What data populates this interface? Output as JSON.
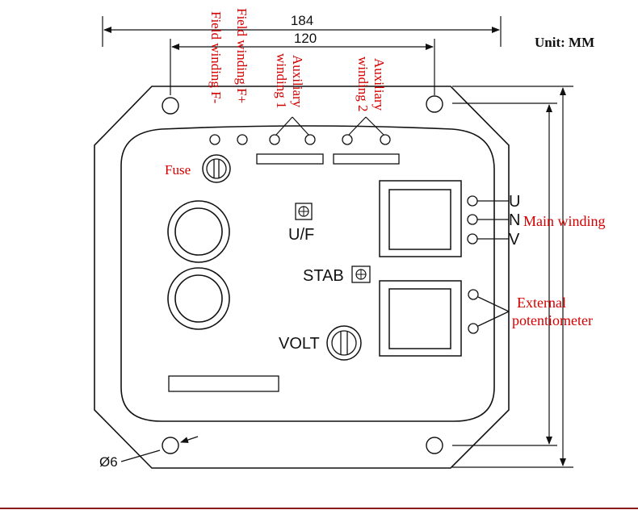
{
  "unit_label": "Unit: MM",
  "dimensions": {
    "overall_width": "184",
    "hole_spacing": "120",
    "hole_diameter": "Ø6"
  },
  "terminal_labels": {
    "field_minus": "Field winding F-",
    "field_plus": "Field winding F+",
    "aux1_line1": "Auxiliary",
    "aux1_line2": "winding 1",
    "aux2_line1": "Auxiliary",
    "aux2_line2": "winding 2"
  },
  "panel_labels": {
    "fuse": "Fuse",
    "uf": "U/F",
    "stab": "STAB",
    "volt": "VOLT"
  },
  "main_terminals": {
    "u": "U",
    "n": "N",
    "v": "V",
    "main_winding": "Main winding"
  },
  "external": {
    "line1": "External",
    "line2": "potentiometer"
  },
  "colors": {
    "annotation": "#d40000",
    "drawing": "#111111",
    "footer_rule": "#8b1a1a"
  }
}
